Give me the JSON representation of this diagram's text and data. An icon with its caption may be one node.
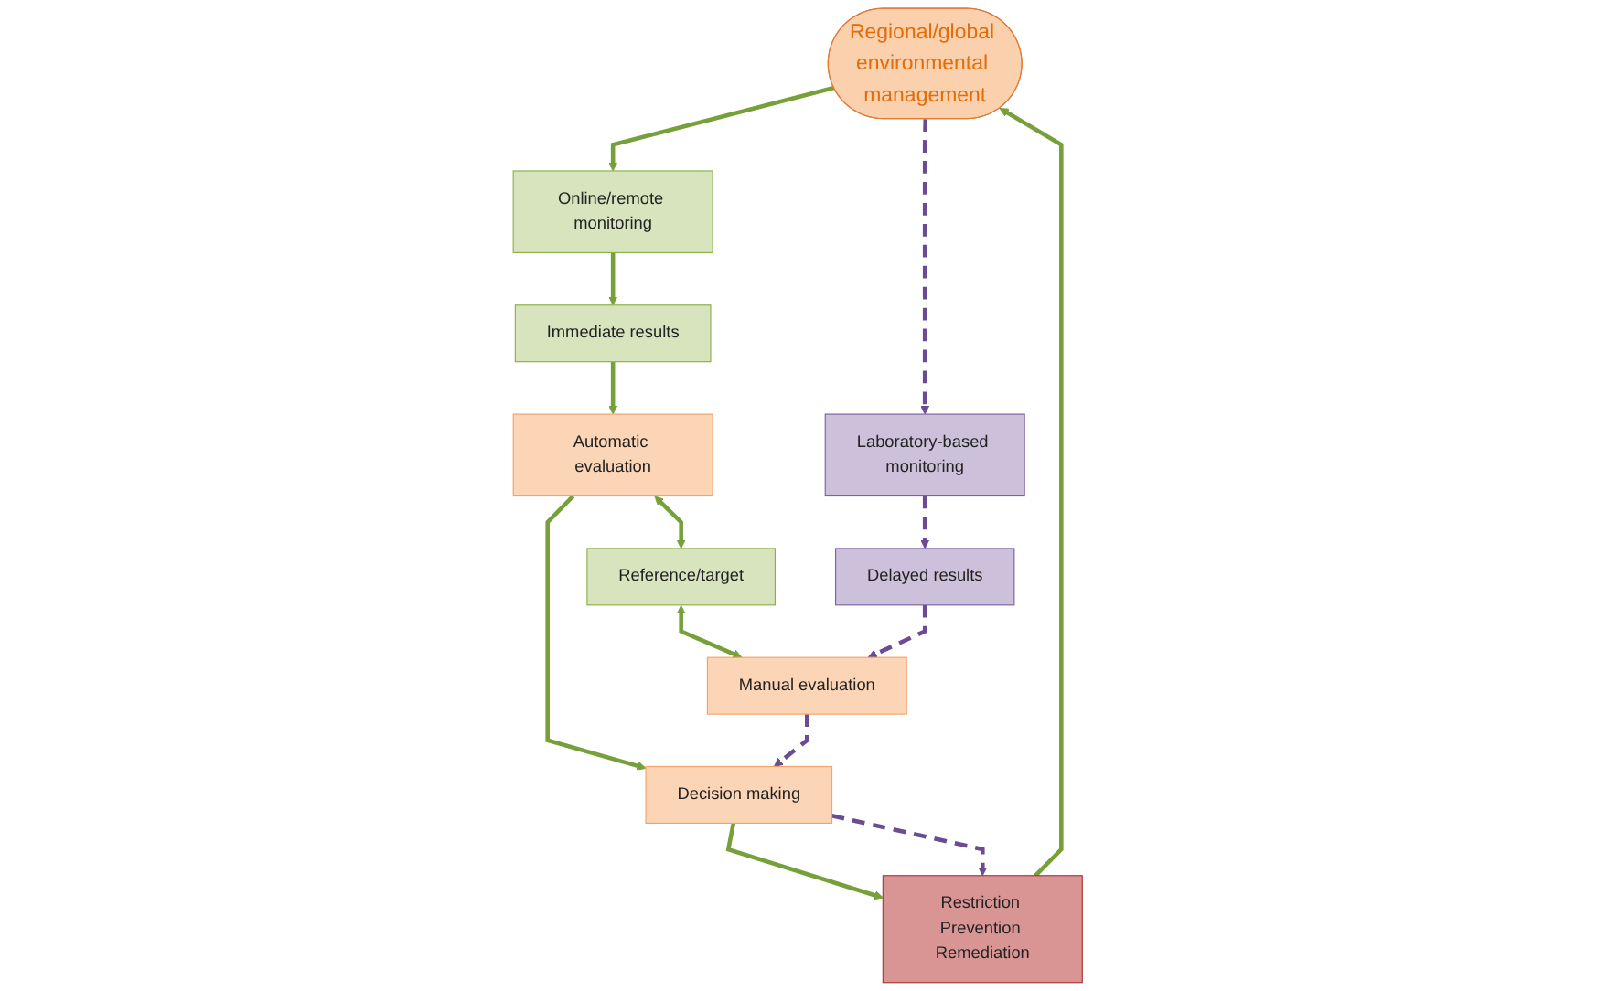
{
  "diagram": {
    "nodes": [
      {
        "text": [
          "Regional/global environmental management"
        ]
      },
      {
        "text": [
          "Restriction Prevention Remediation"
        ]
      },
      {
        "text": [
          "Online/remote monitoring"
        ]
      },
      {
        "text": [
          "Laboratory-based monitoring"
        ]
      },
      {
        "text": [
          "Decision making"
        ]
      },
      {
        "text": [
          "Automatic evaluation"
        ]
      },
      {
        "text": [
          "Immediate results"
        ]
      },
      {
        "text": [
          "Reference/target"
        ]
      },
      {
        "text": [
          "Manual evaluation"
        ]
      },
      {
        "text": [
          "Delayed results"
        ]
      }
    ],
    "edges": [
      {
        "from": 1,
        "to": 0,
        "arrow": "to"
      },
      {
        "from": 0,
        "to": 2,
        "arrow": "to"
      },
      {
        "from": 0,
        "to": 3,
        "arrow": "to",
        "style": "dashed",
        "color": "#6a4c93"
      },
      {
        "from": 2,
        "to": 6,
        "arrow": "to"
      },
      {
        "from": 6,
        "to": 5,
        "arrow": "to"
      },
      {
        "from": 5,
        "to": 4,
        "arrow": "to"
      },
      {
        "from": 4,
        "to": 1,
        "arrow": "to"
      },
      {
        "from": 4,
        "to": 1,
        "arrow": "to",
        "style": "dashed",
        "color": "#6a4c93"
      },
      {
        "from": 5,
        "to": 7,
        "arrow": "both"
      },
      {
        "from": 7,
        "to": 8,
        "arrow": "both"
      },
      {
        "from": 8,
        "to": 4,
        "arrow": "to",
        "style": "dashed",
        "color": "#6a4c93"
      },
      {
        "from": 3,
        "to": 9,
        "arrow": "to",
        "style": "dashed",
        "color": "#6a4c93"
      },
      {
        "from": 9,
        "to": 8,
        "arrow": "to",
        "style": "dashed",
        "color": "#6a4c93"
      }
    ]
  }
}
